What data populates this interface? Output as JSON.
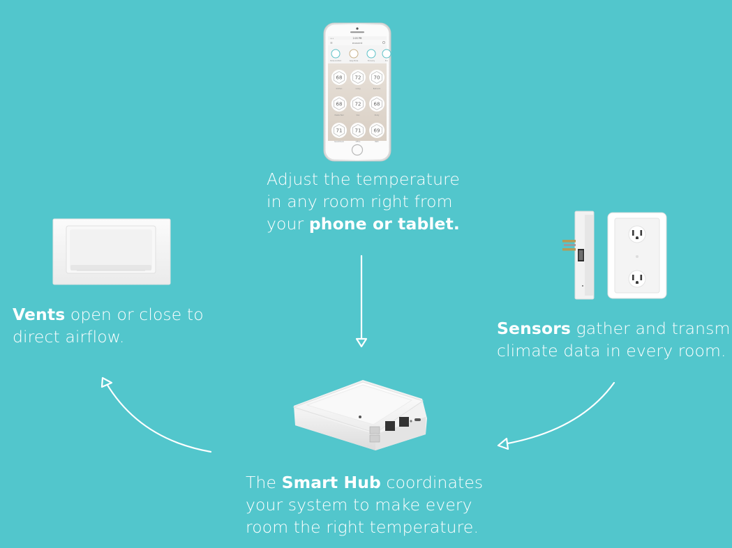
{
  "phone": {
    "status_time": "2:05 PM",
    "app_name": "ecovent",
    "mode_labels": [
      "Home Comfort",
      "Away Mode",
      "Economy",
      "Eco"
    ],
    "temperatures": [
      "68",
      "72",
      "70",
      "68",
      "72",
      "68",
      "71",
      "71",
      "69"
    ],
    "room_labels": [
      "Kitchen",
      "Living",
      "Bedroom",
      "Master Bed",
      "Den",
      "Study",
      "Guest Room",
      "Office",
      "Bath"
    ]
  },
  "captions": {
    "phone": {
      "line1": "Adjust the temperature",
      "line2": "in any room right from",
      "line3_pre": "your ",
      "line3_bold": "phone or tablet."
    },
    "vents": {
      "line1_bold": "Vents",
      "line1_rest": " open or close to",
      "line2": "direct airflow."
    },
    "sensors": {
      "line1_bold": "Sensors",
      "line1_rest": " gather and transmit",
      "line2": "climate data in every room."
    },
    "hub": {
      "line1_pre": "The ",
      "line1_bold": "Smart Hub",
      "line1_rest": " coordinates",
      "line2": "your system to make every",
      "line3": "room the right temperature."
    }
  },
  "colors": {
    "background": "#52c6cc",
    "text": "#ffffff",
    "device": "#f6f6f6"
  }
}
